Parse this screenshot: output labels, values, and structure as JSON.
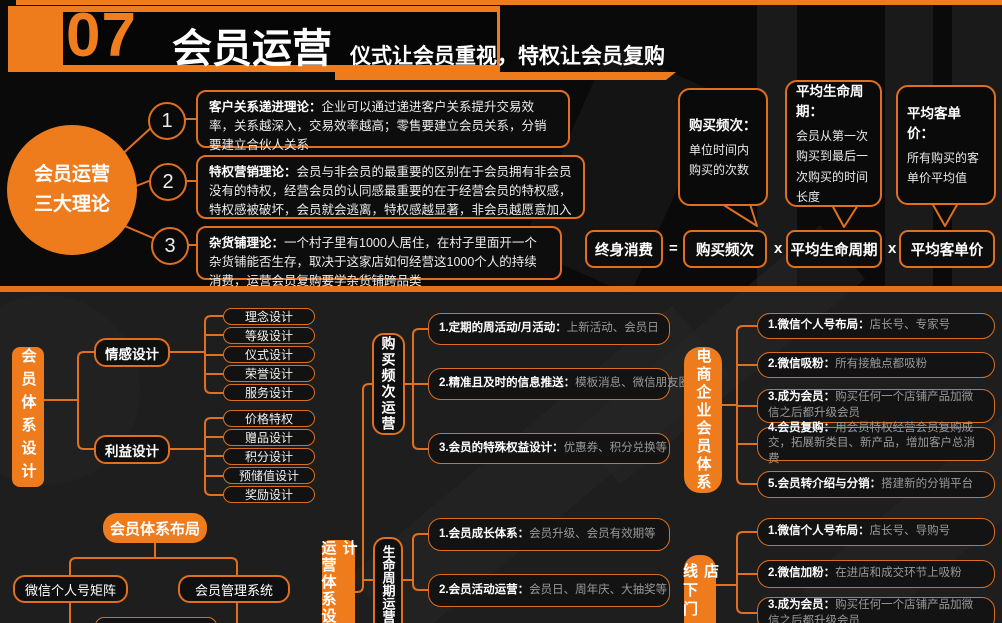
{
  "colors": {
    "accent": "#ee7b1c",
    "line": "#e06f1e",
    "bg_top": "#0a0a0a",
    "bg_bottom": "#1e1e1e"
  },
  "header": {
    "number": "07",
    "title": "会员运营",
    "subtitle": "仪式让会员重视，特权让会员复购"
  },
  "theories": {
    "root_line1": "会员运营",
    "root_line2": "三大理论",
    "items": [
      {
        "num": "1",
        "bold": "客户关系递进理论：",
        "text": "企业可以通过递进客户关系提升交易效率，关系越深入，交易效率越高；零售要建立会员关系，分销要建立合伙人关系"
      },
      {
        "num": "2",
        "bold": "特权营销理论：",
        "text": "会员与非会员的最重要的区别在于会员拥有非会员没有的特权，经营会员的认同感最重要的在于经营会员的特权感，特权感被破坏，会员就会逃离，特权感越显著，非会员越愿意加入"
      },
      {
        "num": "3",
        "bold": "杂货铺理论：",
        "text": "一个村子里有1000人居住，在村子里面开一个杂货铺能否生存，取决于这家店如何经营这1000个人的持续消费，运营会员复购要学杂货铺跨品类"
      }
    ]
  },
  "definitions": [
    {
      "term": "购买频次：",
      "desc": "单位时间内购买的次数"
    },
    {
      "term": "平均生命周期：",
      "desc": "会员从第一次购买到最后一次购买的时间长度"
    },
    {
      "term": "平均客单价：",
      "desc": "所有购买的客单价平均值"
    }
  ],
  "formula": {
    "result": "终身消费",
    "equals": "=",
    "f1": "购买频次",
    "times1": "x",
    "f2": "平均生命周期",
    "times2": "x",
    "f3": "平均客单价"
  },
  "member_system_design": {
    "root": "会员体系设计",
    "branches": [
      {
        "label": "情感设计",
        "children": [
          "理念设计",
          "等级设计",
          "仪式设计",
          "荣誉设计",
          "服务设计"
        ]
      },
      {
        "label": "利益设计",
        "children": [
          "价格特权",
          "赠品设计",
          "积分设计",
          "预储值设计",
          "奖励设计"
        ]
      }
    ]
  },
  "member_system_layout": {
    "root": "会员体系布局",
    "children": [
      "微信个人号矩阵",
      "会员管理系统"
    ]
  },
  "operation_system": {
    "root": "运营体系设计",
    "branches": [
      {
        "label": "购买频次运营",
        "items": [
          {
            "bold": "1.定期的周活动/月活动：",
            "text": "上新活动、会员日"
          },
          {
            "bold": "2.精准且及时的信息推送：",
            "text": "模板消息、微信朋友圈"
          },
          {
            "bold": "3.会员的特殊权益设计：",
            "text": "优惠券、积分兑换等"
          }
        ]
      },
      {
        "label": "生命周期运营",
        "items": [
          {
            "bold": "1.会员成长体系：",
            "text": "会员升级、会员有效期等"
          },
          {
            "bold": "2.会员活动运营：",
            "text": "会员日、周年庆、大抽奖等"
          }
        ]
      }
    ]
  },
  "ecommerce_system": {
    "root": "电商企业会员体系",
    "items": [
      {
        "bold": "1.微信个人号布局：",
        "text": "店长号、专家号"
      },
      {
        "bold": "2.微信吸粉：",
        "text": "所有接触点都吸粉"
      },
      {
        "bold": "3.成为会员：",
        "text": "购买任何一个店铺产品加微信之后都升级会员"
      },
      {
        "bold": "4.会员复购：",
        "text": "用会员特权经营会员复购成交，拓展新类目、新产品，增加客户总消费"
      },
      {
        "bold": "5.会员转介绍与分销：",
        "text": "搭建新的分销平台"
      }
    ]
  },
  "offline_store_system": {
    "root": "线下门店",
    "items": [
      {
        "bold": "1.微信个人号布局：",
        "text": "店长号、导购号"
      },
      {
        "bold": "2.微信加粉：",
        "text": "在进店和成交环节上吸粉"
      },
      {
        "bold": "3.成为会员：",
        "text": "购买任何一个店铺产品加微信之后都升级会员"
      }
    ]
  }
}
